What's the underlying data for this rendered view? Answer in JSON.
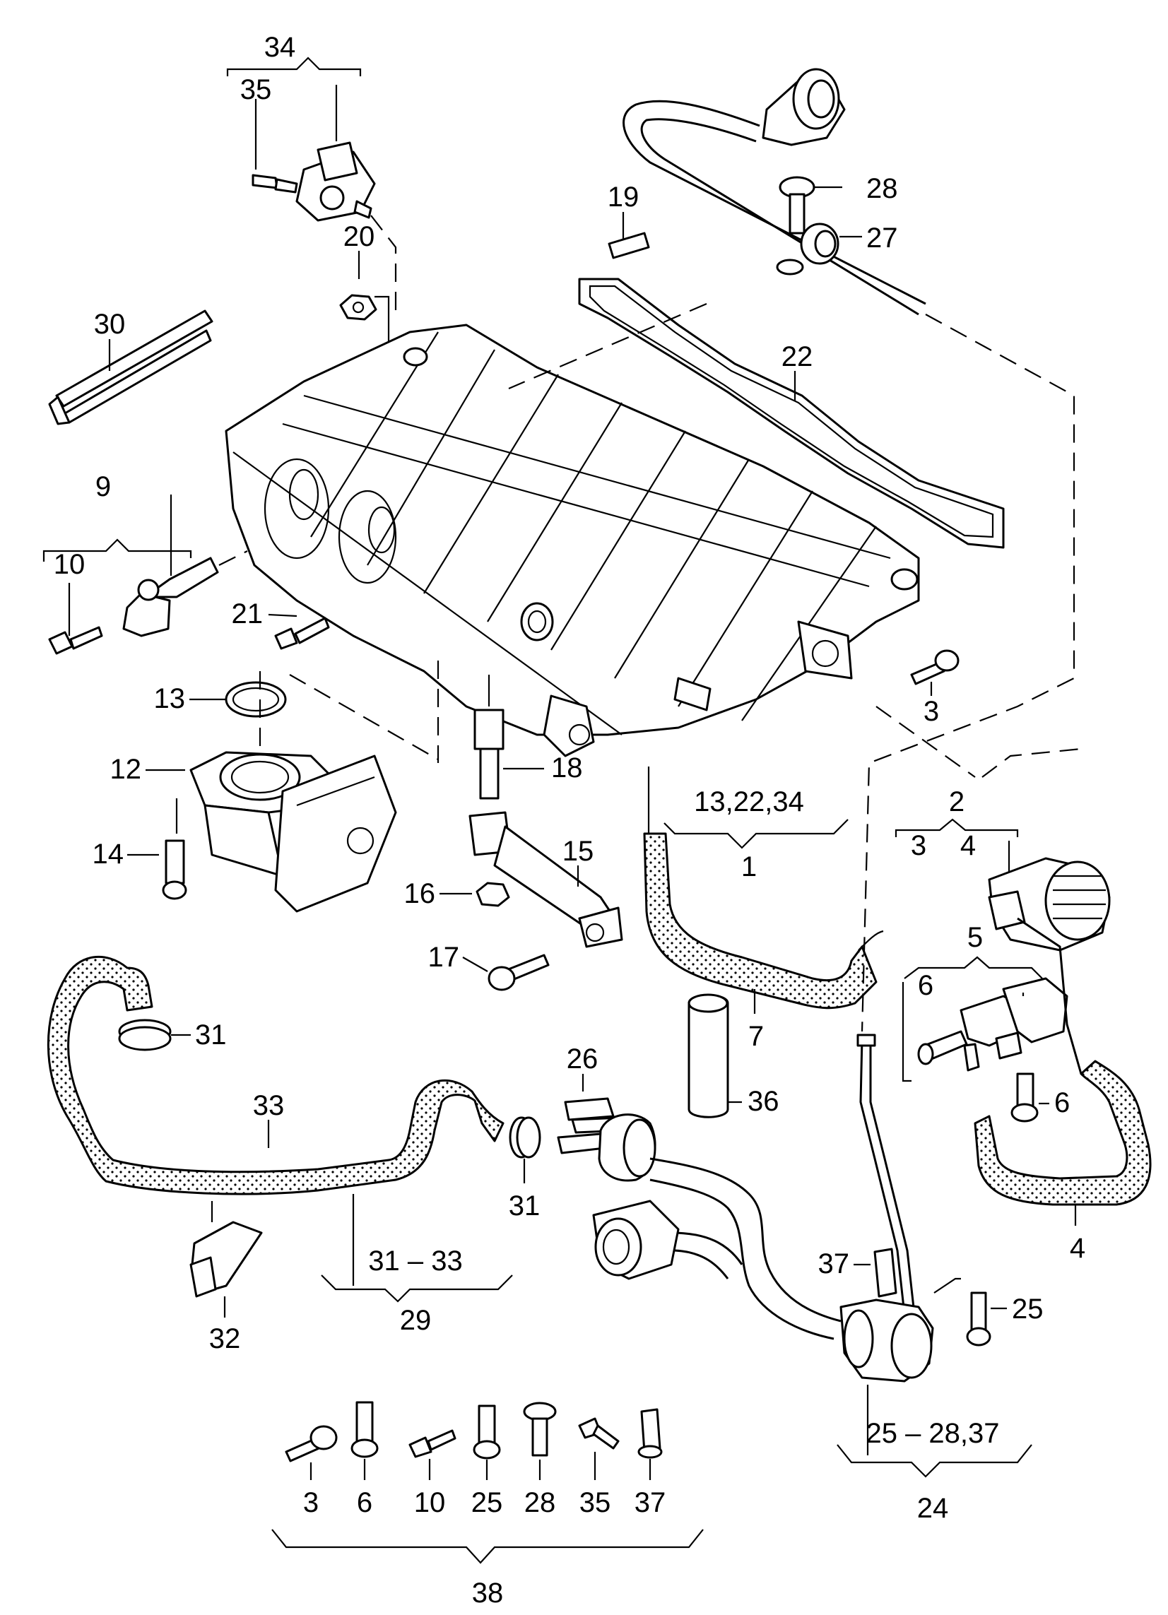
{
  "labels": {
    "l34": "34",
    "l35": "35",
    "l19": "19",
    "l28": "28",
    "l27": "27",
    "l20": "20",
    "l30": "30",
    "l22": "22",
    "l9": "9",
    "l10": "10",
    "l21": "21",
    "l13": "13",
    "l3a": "3",
    "l12": "12",
    "l18": "18",
    "l14": "14",
    "l15": "15",
    "l16": "16",
    "l17": "17",
    "l132234": "13,22,34",
    "l1": "1",
    "l2": "2",
    "l3b": "3",
    "l4a": "4",
    "l5": "5",
    "l6a": "6",
    "l7": "7",
    "l31a": "31",
    "l26": "26",
    "l36": "36",
    "l6b": "6",
    "l33": "33",
    "l31b": "31",
    "l4b": "4",
    "l3133": "31 – 33",
    "l29": "29",
    "l37a": "37",
    "l25a": "25",
    "l32": "32",
    "l252837": "25 – 28,37",
    "l24": "24",
    "k3": "3",
    "k6": "6",
    "k10": "10",
    "k25": "25",
    "k28": "28",
    "k35": "35",
    "k37": "37",
    "l38": "38"
  }
}
